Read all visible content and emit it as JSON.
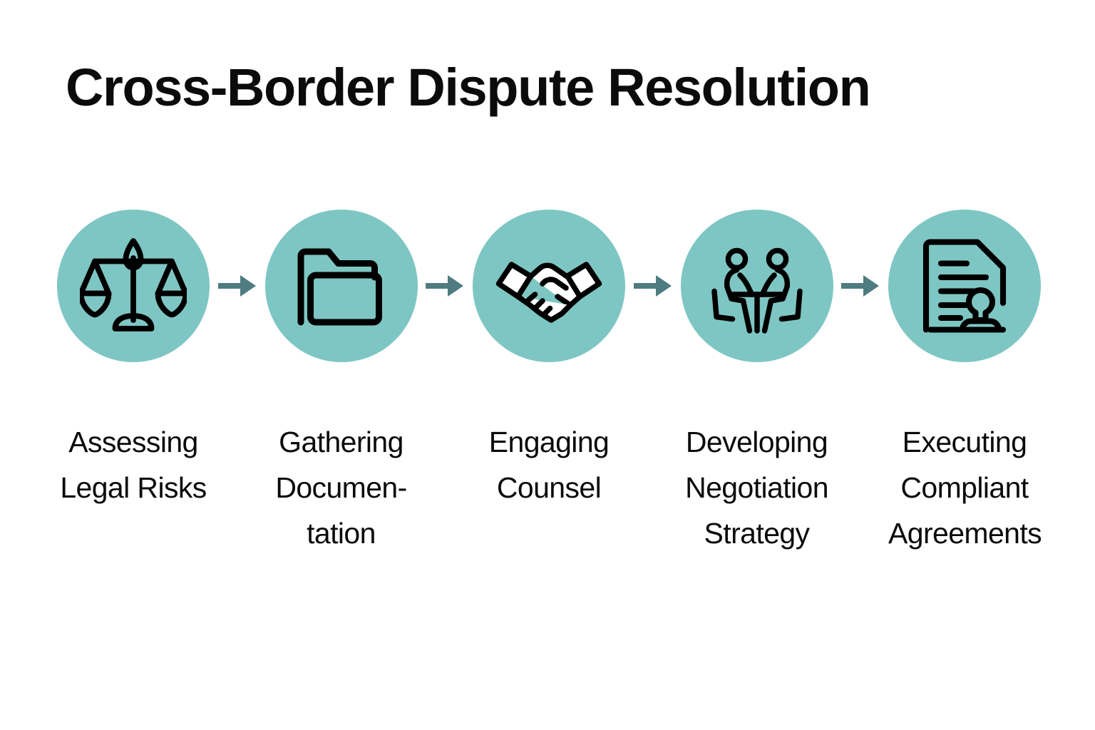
{
  "page": {
    "title": "Cross-Border Dispute Resolution",
    "background_color": "#ffffff",
    "text_color": "#0b0b0b"
  },
  "theme": {
    "circle_color": "#7ec6c3",
    "icon_color": "#000000",
    "arrow_color": "#4e7c80"
  },
  "process": {
    "arrow_icon": "arrow-right-icon",
    "steps": [
      {
        "index": 1,
        "label": "Assessing\nLegal Risks",
        "icon": "scales-of-justice-icon"
      },
      {
        "index": 2,
        "label": "Gathering\nDocumen-\ntation",
        "icon": "folder-icon"
      },
      {
        "index": 3,
        "label": "Engaging\nCounsel",
        "icon": "handshake-icon"
      },
      {
        "index": 4,
        "label": "Developing\nNegotiation\nStrategy",
        "icon": "people-at-table-icon"
      },
      {
        "index": 5,
        "label": "Executing\nCompliant\nAgreements",
        "icon": "document-with-seal-icon"
      }
    ]
  }
}
